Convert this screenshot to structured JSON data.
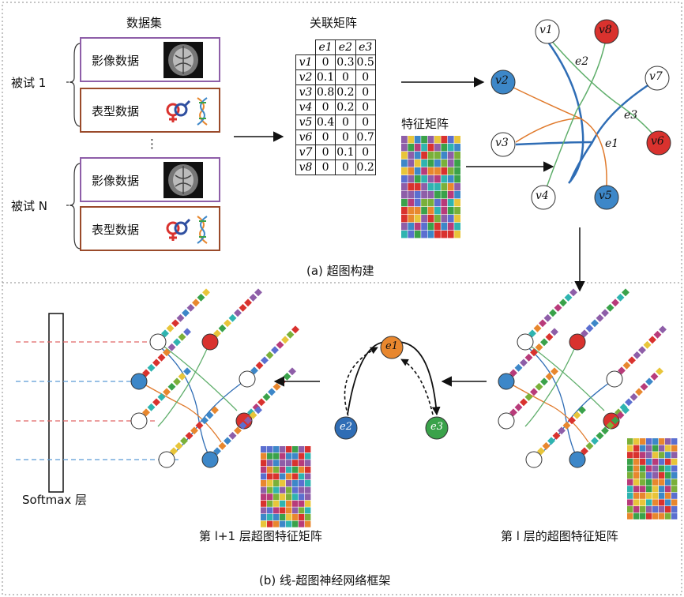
{
  "panel_a": {
    "dataset_label": "数据集",
    "subject1_label": "被试 1",
    "subjectN_label": "被试 N",
    "image_data_label": "影像数据",
    "phenotype_data_label": "表型数据",
    "ellipsis": "⋮",
    "incidence_matrix_title": "关联矩阵",
    "feature_matrix_title": "特征矩阵",
    "caption": "(a) 超图构建",
    "matrix_headers": [
      "e1",
      "e2",
      "e3"
    ],
    "matrix_rows": [
      {
        "v": "v1",
        "vals": [
          "0",
          "0.3",
          "0.5"
        ]
      },
      {
        "v": "v2",
        "vals": [
          "0.1",
          "0",
          "0"
        ]
      },
      {
        "v": "v3",
        "vals": [
          "0.8",
          "0.2",
          "0"
        ]
      },
      {
        "v": "v4",
        "vals": [
          "0",
          "0.2",
          "0"
        ]
      },
      {
        "v": "v5",
        "vals": [
          "0.4",
          "0",
          "0"
        ]
      },
      {
        "v": "v6",
        "vals": [
          "0",
          "0",
          "0.7"
        ]
      },
      {
        "v": "v7",
        "vals": [
          "0",
          "0.1",
          "0"
        ]
      },
      {
        "v": "v8",
        "vals": [
          "0",
          "0",
          "0.2"
        ]
      }
    ],
    "nodes": [
      "v1",
      "v2",
      "v3",
      "v4",
      "v5",
      "v6",
      "v7",
      "v8"
    ],
    "edges": [
      "e1",
      "e2",
      "e3"
    ]
  },
  "panel_b": {
    "softmax_label": "Softmax 层",
    "layer_l1_label": "第 l+1 层超图特征矩阵",
    "layer_l_label": "第 l 层的超图特征矩阵",
    "caption": "(b) 线-超图神经网络框架",
    "line_nodes": [
      "e1",
      "e2",
      "e3"
    ]
  },
  "colors": {
    "red": "#d9322e",
    "blue": "#3d87c8",
    "orange": "#e8872e",
    "green": "#3aa24a",
    "edge_blue": "#2f6db5",
    "edge_orange": "#e07a2c",
    "edge_green": "#5fae6b",
    "purple_border": "#8e5ea8",
    "brown_border": "#9a4a2a"
  }
}
